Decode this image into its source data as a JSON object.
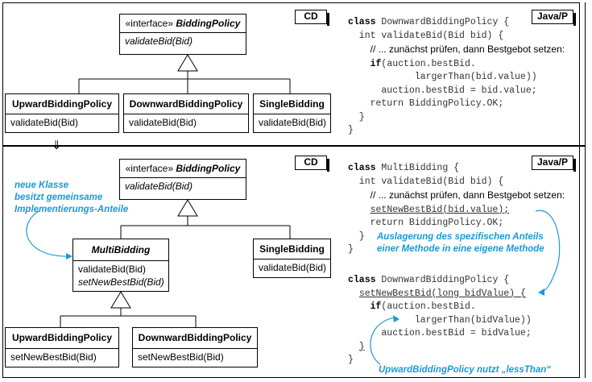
{
  "top": {
    "tag": "CD",
    "interface_box": {
      "stereo": "«interface»",
      "name": "BiddingPolicy",
      "method": "validateBid(Bid)"
    },
    "classes": [
      {
        "name": "UpwardBiddingPolicy",
        "method": "validateBid(Bid)"
      },
      {
        "name": "DownwardBiddingPolicy",
        "method": "validateBid(Bid)"
      },
      {
        "name": "SingleBidding",
        "method": "validateBid(Bid)"
      }
    ],
    "code_tag": "Java/P",
    "code": {
      "l1_kw": "class",
      "l1_rest": " DownwardBiddingPolicy {",
      "l2": "  int validateBid(Bid bid) {",
      "l3": "// ... zunächst prüfen, dann Bestgebot setzen:",
      "l4_kw": "if",
      "l4_rest": "(auction.bestBid.",
      "l5": "            largerThan(bid.value))",
      "l6": "      auction.bestBid = bid.value;",
      "l7": "    return BiddingPolicy.OK;",
      "l8": "  }",
      "l9": "}"
    }
  },
  "arrow": "⇓",
  "bottom": {
    "tag": "CD",
    "interface_box": {
      "stereo": "«interface»",
      "name": "BiddingPolicy",
      "method": "validateBid(Bid)"
    },
    "multi": {
      "name": "MultiBidding",
      "method1": "validateBid(Bid)",
      "method2": "setNewBestBid(Bid)"
    },
    "single": {
      "name": "SingleBidding",
      "method": "validateBid(Bid)"
    },
    "upward": {
      "name": "UpwardBiddingPolicy",
      "method": "setNewBestBid(Bid)"
    },
    "downward": {
      "name": "DownwardBiddingPolicy",
      "method": "setNewBestBid(Bid)"
    },
    "note_left": "neue Klasse\nbesitzt gemeinsame\nImplementierungs-Anteile",
    "code_tag": "Java/P",
    "code1": {
      "l1_kw": "class",
      "l1_rest": " MultiBidding {",
      "l2": "  int validateBid(Bid bid) {",
      "l3": "// ... zunächst prüfen, dann Bestgebot setzen:",
      "l4": "setNewBestBid(bid.value);",
      "l5": "    return BiddingPolicy.OK;",
      "l6": "  }",
      "l7": "}"
    },
    "note_mid": "Auslagerung des spezifischen Anteils\neiner Methode in eine eigene Methode",
    "code2": {
      "l1_kw": "class",
      "l1_rest": " DownwardBiddingPolicy {",
      "l2": "setNewBestBid(long bidValue) {",
      "l3_kw": "if",
      "l3_rest": "(auction.bestBid.",
      "l4": "            largerThan(bidValue))",
      "l5": "      auction.bestBid = bidValue;",
      "l6": "}",
      "l7": "}"
    },
    "note_bottom": "UpwardBiddingPolicy nutzt „lessThan“"
  }
}
